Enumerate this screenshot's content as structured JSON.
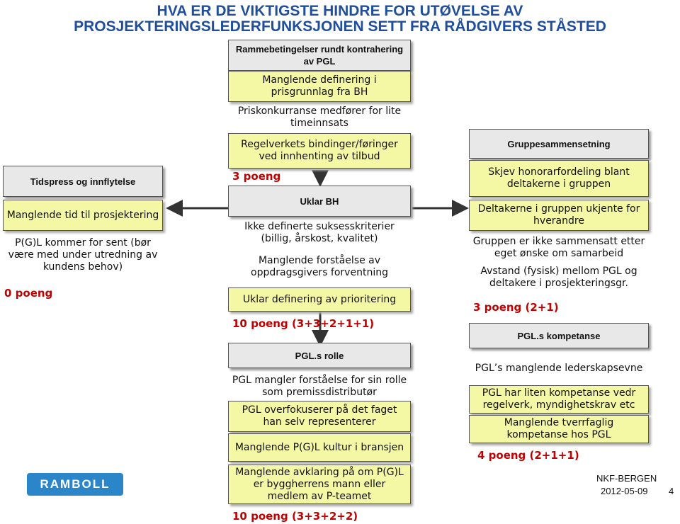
{
  "title": {
    "line1": "HVA ER DE VIKTIGSTE HINDRE FOR UTØVELSE AV",
    "line2": "PROSJEKTERINGSLEDERFUNKSJONEN SETT FRA RÅDGIVERS STÅSTED"
  },
  "center_top": {
    "header": "Rammebetingelser rundt kontrahering av PGL",
    "items": [
      "Manglende definering i prisgrunnlag fra BH",
      "Priskonkurranse medfører for lite timeinnsats",
      "Regelverkets bindinger/føringer ved innhenting av tilbud"
    ],
    "score": "3 poeng"
  },
  "center_mid": {
    "header": "Uklar BH",
    "items": [
      "Ikke definerte suksesskriterier (billig, årskost, kvalitet)",
      "Manglende forståelse av oppdragsgivers forventning",
      "Uklar definering av prioritering"
    ],
    "score": "10 poeng (3+3+2+1+1)"
  },
  "center_bottom": {
    "header": "PGL.s rolle",
    "items": [
      "PGL mangler forståelse for sin rolle som premissdistributør",
      "PGL overfokuserer på det faget han selv representerer",
      "Manglende P(G)L kultur i bransjen",
      "Manglende avklaring på om P(G)L er byggherrens mann eller medlem av P-teamet"
    ],
    "score": "10 poeng (3+3+2+2)"
  },
  "left": {
    "header": "Tidspress og innflytelse",
    "items": [
      "Manglende tid til prosjektering",
      "P(G)L kommer for sent (bør være med under utredning av kundens behov)"
    ],
    "score": "0 poeng"
  },
  "right_top": {
    "header": "Gruppesammensetning",
    "items": [
      "Skjev honorarfordeling blant deltakerne i gruppen",
      "Deltakerne i gruppen ukjente for hverandre",
      "Gruppen er ikke sammensatt etter eget ønske om samarbeid",
      "Avstand (fysisk) mellom PGL og deltakere i prosjekteringsgr."
    ],
    "score": "3 poeng (2+1)"
  },
  "right_bottom": {
    "header": "PGL.s kompetanse",
    "items": [
      "PGL’s manglende lederskapsevne",
      "PGL har liten kompetanse vedr regelverk, myndighetskrav etc",
      "Manglende tverrfaglig kompetanse hos PGL"
    ],
    "score": "4 poeng (2+1+1)"
  },
  "footer": {
    "logo": "RAMBOLL",
    "org": "NKF-BERGEN",
    "date": "2012-05-09",
    "page": "4"
  },
  "colors": {
    "title": "#1f4e9c",
    "score": "#c00000",
    "box": "#f4f7a4",
    "header": "#e8e8e8",
    "logo": "#2a86c8"
  }
}
